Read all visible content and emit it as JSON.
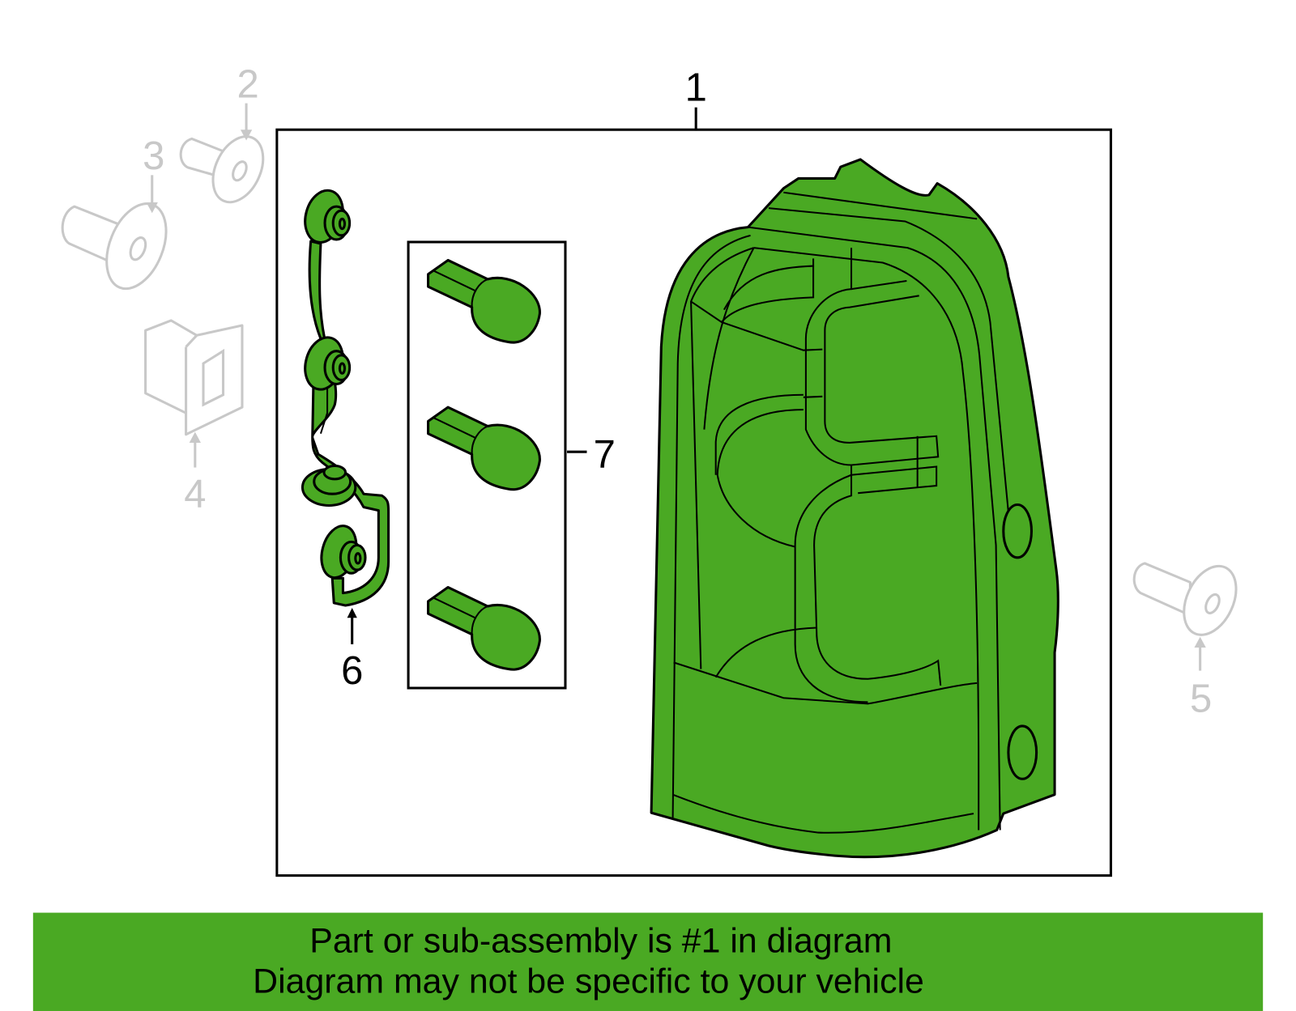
{
  "colors": {
    "part_fill": "#4aa923",
    "banner": "#4aa923",
    "other_parts": "#c8c8c8"
  },
  "callouts": {
    "c1": "1",
    "c2": "2",
    "c3": "3",
    "c4": "4",
    "c5": "5",
    "c6": "6",
    "c7": "7"
  },
  "banner": {
    "line1": "Part or sub-assembly is #1 in diagram",
    "line2": "Diagram may not be specific to your vehicle"
  }
}
